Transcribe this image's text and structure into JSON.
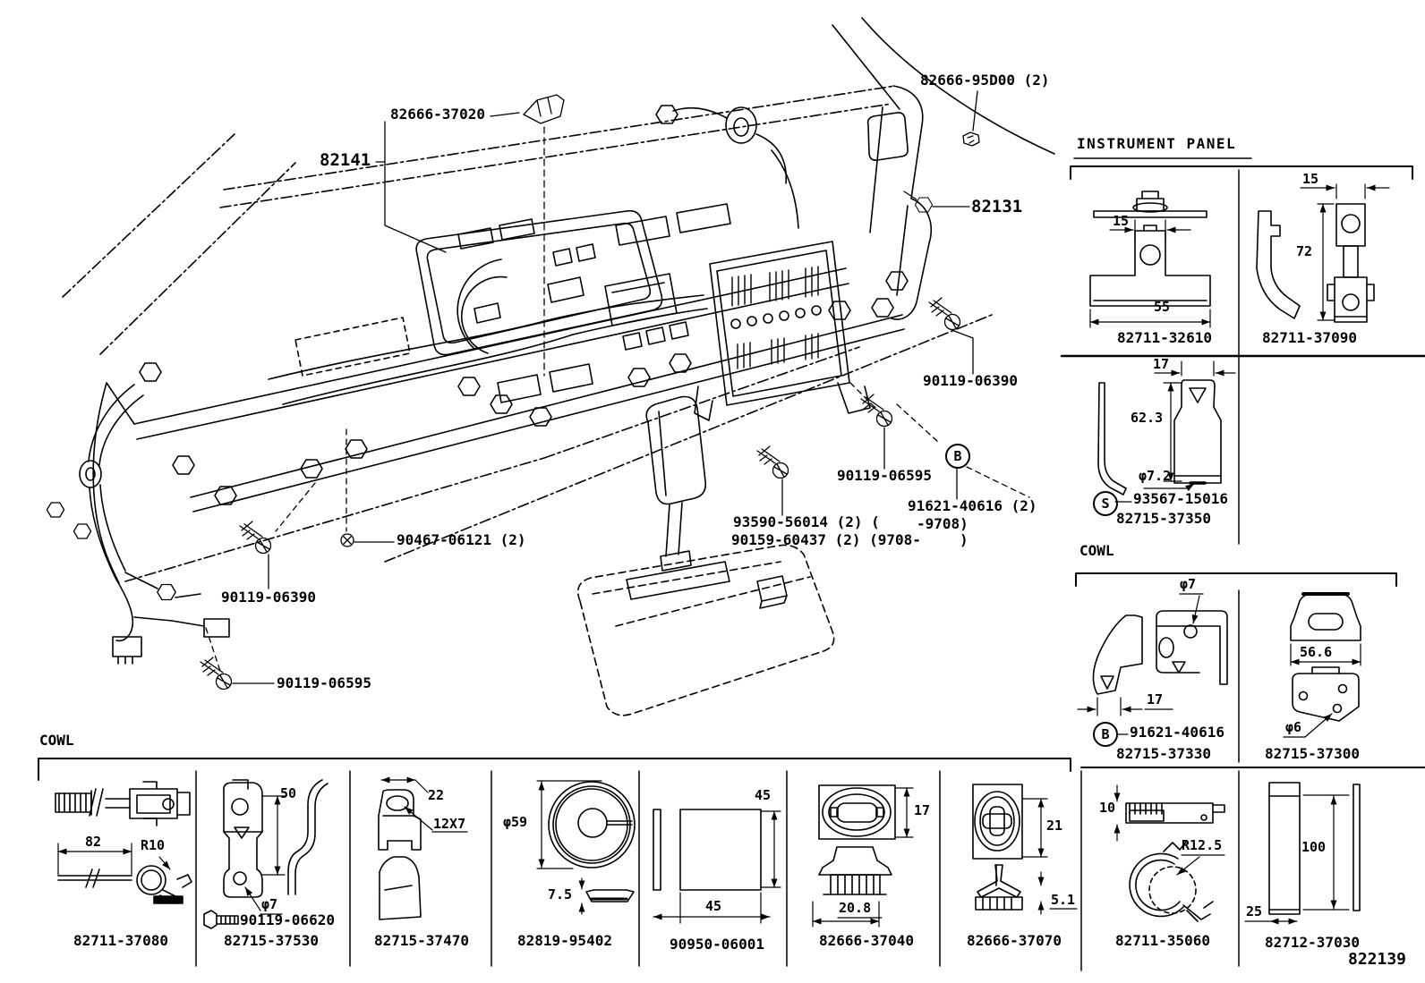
{
  "diagram_number": "822139",
  "main_view": {
    "callouts": {
      "clip_bracket": "82666-37020",
      "harness_main": "82141",
      "clip_95d00": "82666-95D00 (2)",
      "harness_82131": "82131",
      "screw_06390_right": "90119-06390",
      "screw_06595_right": "90119-06595",
      "bolt_91621": "91621-40616 (2)",
      "bolt_91621_range": "-9708)",
      "screw_93590": "93590-56014 (2) (",
      "screw_90159": "90159-60437 (2) (9708-",
      "screw_90159_close": ")",
      "clip_90467": "90467-06121 (2)",
      "screw_06390_left": "90119-06390",
      "screw_06595_left": "90119-06595",
      "marker_b": "B"
    }
  },
  "instrument_panel_section": {
    "title": "INSTRUMENT PANEL",
    "cells": [
      {
        "part": "82711-32610",
        "dims": [
          "15",
          "55"
        ]
      },
      {
        "part": "82711-37090",
        "dims": [
          "15",
          "72"
        ]
      },
      {
        "part": "82715-37350",
        "dims": [
          "17",
          "62.3",
          "φ7.2"
        ],
        "marker": "S",
        "related_part": "93567-15016"
      }
    ]
  },
  "cowl_side_section": {
    "title": "COWL",
    "cells": [
      {
        "part": "82715-37330",
        "dims": [
          "φ7",
          "17"
        ],
        "marker": "B",
        "related_part": "91621-40616"
      },
      {
        "part": "82715-37300",
        "dims": [
          "56.6",
          "φ6"
        ]
      }
    ]
  },
  "cowl_bottom_section": {
    "title": "COWL",
    "cells": [
      {
        "part": "82711-37080",
        "dims": [
          "82",
          "R10"
        ]
      },
      {
        "part": "82715-37530",
        "dims": [
          "50",
          "φ7"
        ],
        "related_part": "90119-06620"
      },
      {
        "part": "82715-37470",
        "dims": [
          "22",
          "12X7"
        ]
      },
      {
        "part": "82819-95402",
        "dims": [
          "φ59",
          "7.5"
        ]
      },
      {
        "part": "90950-06001",
        "dims": [
          "45",
          "45"
        ]
      },
      {
        "part": "82666-37040",
        "dims": [
          "17",
          "20.8"
        ]
      },
      {
        "part": "82666-37070",
        "dims": [
          "21",
          "5.1"
        ]
      },
      {
        "part": "82711-35060",
        "dims": [
          "10",
          "R12.5"
        ]
      },
      {
        "part": "82712-37030",
        "dims": [
          "100",
          "25"
        ]
      }
    ]
  }
}
